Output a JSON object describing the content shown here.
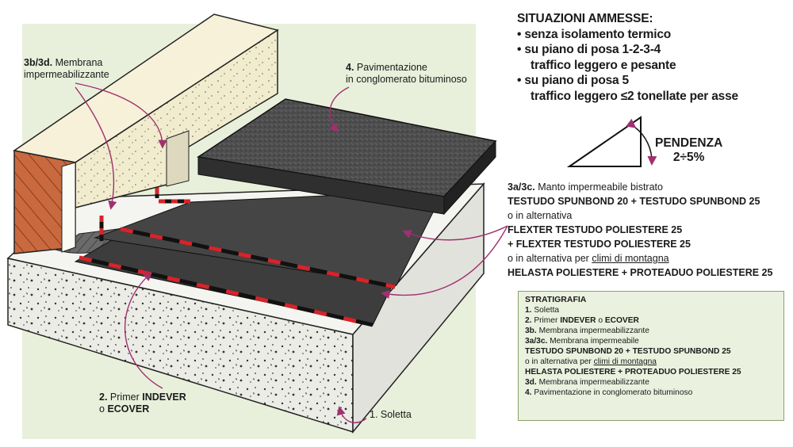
{
  "situazioni": {
    "title": "SITUAZIONI AMMESSE:",
    "items": [
      {
        "bullet": "•",
        "line1": "senza isolamento termico",
        "line2": ""
      },
      {
        "bullet": "•",
        "line1": "su piano di posa 1-2-3-4",
        "line2": "traffico leggero e pesante"
      },
      {
        "bullet": "•",
        "line1": "su piano di posa 5",
        "line2": "traffico leggero ≤2 tonellate per asse"
      }
    ]
  },
  "pendenza": {
    "label": "PENDENZA",
    "value": "2÷5%"
  },
  "labels": {
    "membrana_num": "3b/3d.",
    "membrana_text1": "Membrana",
    "membrana_text2": "impermeabilizzante",
    "pavimentazione_num": "4.",
    "pavimentazione_text1": "Pavimentazione",
    "pavimentazione_text2": "in conglomerato bituminoso",
    "primer_num": "2.",
    "primer_text": "Primer",
    "primer_b1": "INDEVER",
    "primer_o": "o",
    "primer_b2": "ECOVER",
    "soletta": "1. Soletta"
  },
  "manto": {
    "num": "3a/3c.",
    "text": "Manto impermeabile bistrato",
    "l1": "TESTUDO SPUNBOND 20 + TESTUDO SPUNBOND 25",
    "l2": "o in alternativa",
    "l3": "FLEXTER TESTUDO POLIESTERE 25",
    "l4": "+ FLEXTER TESTUDO POLIESTERE 25",
    "l5a": "o in alternativa per",
    "l5b": "climi di montagna",
    "l6": "HELASTA POLIESTERE + PROTEADUO POLIESTERE 25"
  },
  "stratigrafia": {
    "title": "STRATIGRAFIA",
    "r1n": "1.",
    "r1": "Soletta",
    "r2n": "2.",
    "r2a": "Primer",
    "r2b": "INDEVER",
    "r2c": "o",
    "r2d": "ECOVER",
    "r3n": "3b.",
    "r3": "Membrana impermeabilizzante",
    "r4n": "3a/3c.",
    "r4": "Membrana impermeabile",
    "r5": "TESTUDO SPUNBOND 20 + TESTUDO SPUNBOND 25",
    "r6a": "o in alternativa per",
    "r6b": "climi di montagna",
    "r7": "HELASTA POLIESTERE + PROTEADUO POLIESTERE 25",
    "r8n": "3d.",
    "r8": "Membrana impermeabilizzante",
    "r9n": "4.",
    "r9": "Pavimentazione in conglomerato bituminoso"
  },
  "colors": {
    "background_panel": "#e9f1dc",
    "concrete": "#e8e8e2",
    "membrane": "#3a3a3a",
    "asphalt": "#4a4a4a",
    "stripe_red": "#d8232a",
    "arrow": "#a0306e",
    "brick": "#c8663f",
    "parapet": "#efe8c6"
  }
}
